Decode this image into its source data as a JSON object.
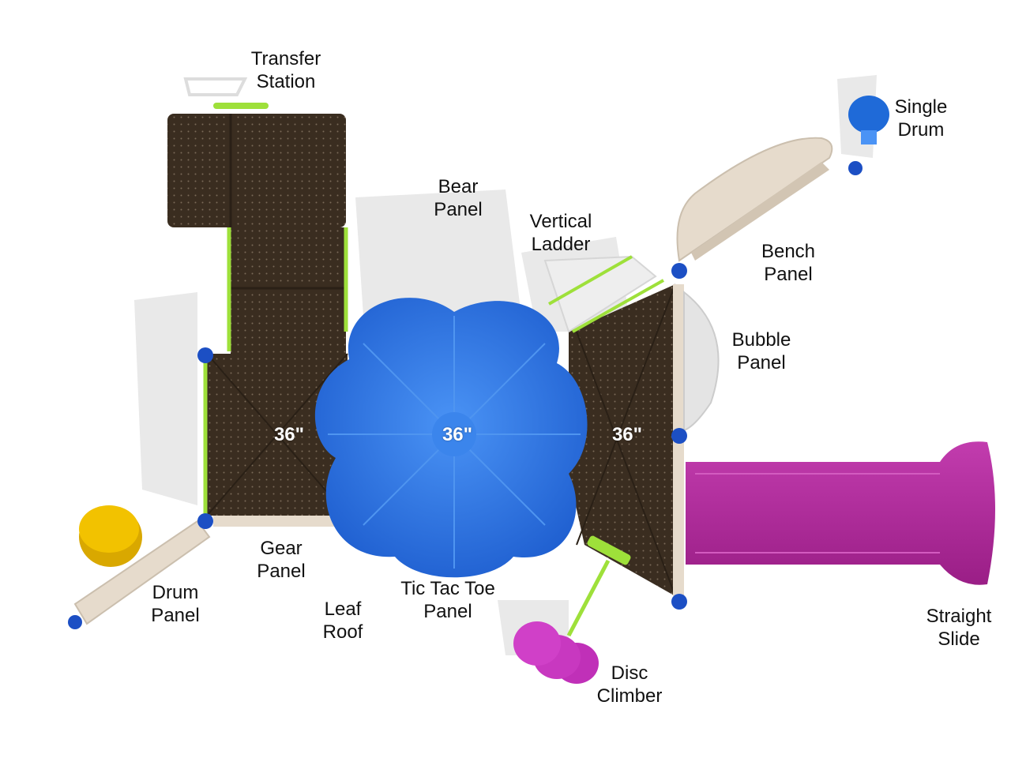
{
  "diagram": {
    "colors": {
      "deck": "#3a2d20",
      "accent_green": "#9ee03a",
      "roof_blue": "#2a73e0",
      "slide_purple": "#b5289e",
      "drum_yellow": "#f2c200",
      "disc_magenta": "#d040c8",
      "panel_beige": "#e6dbcc",
      "clamp_blue": "#1c4fc4"
    },
    "labels": {
      "transfer_station": [
        "Transfer",
        "Station"
      ],
      "bear_panel": [
        "Bear",
        "Panel"
      ],
      "vertical_ladder": [
        "Vertical",
        "Ladder"
      ],
      "single_drum": [
        "Single",
        "Drum"
      ],
      "bench_panel": [
        "Bench",
        "Panel"
      ],
      "bubble_panel": [
        "Bubble",
        "Panel"
      ],
      "straight_slide": [
        "Straight",
        "Slide"
      ],
      "disc_climber": [
        "Disc",
        "Climber"
      ],
      "tic_tac_toe_panel": [
        "Tic Tac Toe",
        "Panel"
      ],
      "leaf_roof": [
        "Leaf",
        "Roof"
      ],
      "gear_panel": [
        "Gear",
        "Panel"
      ],
      "drum_panel": [
        "Drum",
        "Panel"
      ]
    },
    "deck_heights": {
      "left_deck": "36\"",
      "center_deck": "36\"",
      "right_deck": "36\""
    }
  }
}
